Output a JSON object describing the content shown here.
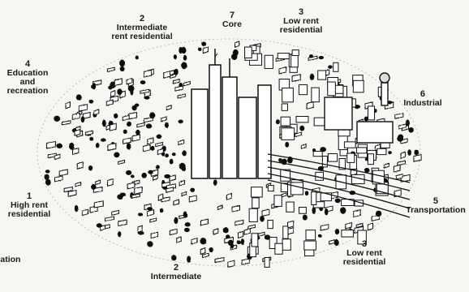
{
  "zones": [
    {
      "id": "core",
      "number": "7",
      "text": "Core"
    },
    {
      "id": "intermediate-top",
      "number": "2",
      "text": "Intermediate\nrent residential"
    },
    {
      "id": "low-rent-top",
      "number": "3",
      "text": "Low rent\nresidential"
    },
    {
      "id": "education-recreation",
      "number": "4",
      "text": "Education\nand\nrecreation"
    },
    {
      "id": "industrial",
      "number": "6",
      "text": "Industrial"
    },
    {
      "id": "high-rent",
      "number": "1",
      "text": "High rent\nresidential"
    },
    {
      "id": "transportation",
      "number": "5",
      "text": "Transportation"
    },
    {
      "id": "low-rent-bottom",
      "number": "3",
      "text": "Low rent\nresidential"
    },
    {
      "id": "intermediate-bottom",
      "number": "2",
      "text": "Intermediate"
    },
    {
      "id": "recreation-cut",
      "number": "",
      "text": "eation"
    }
  ]
}
